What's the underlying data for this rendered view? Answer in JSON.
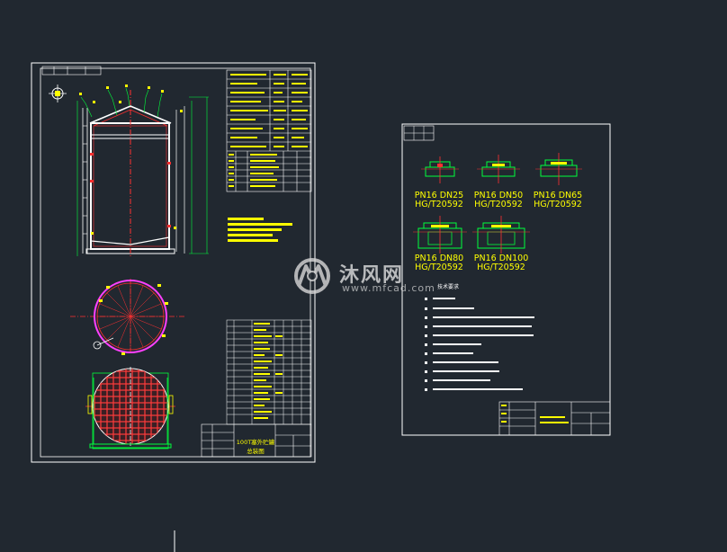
{
  "sheet_left": {
    "title_block": {
      "drawing_title": "100T塞外贮罐",
      "drawing_type": "总装图"
    }
  },
  "sheet_right": {
    "flanges": [
      {
        "pn_dn": "PN16 DN25",
        "std": "HG/T20592"
      },
      {
        "pn_dn": "PN16 DN50",
        "std": "HG/T20592"
      },
      {
        "pn_dn": "PN16 DN65",
        "std": "HG/T20592"
      },
      {
        "pn_dn": "PN16 DN80",
        "std": "HG/T20592"
      },
      {
        "pn_dn": "PN16 DN100",
        "std": "HG/T20592"
      }
    ],
    "requirements_title": "技术要求"
  },
  "watermark": {
    "text": "沐风网",
    "url": "www.mfcad.com"
  },
  "colors": {
    "background": "#212830",
    "frame": "#ffffff",
    "yellow": "#ffff00",
    "green": "#00ff3c",
    "red": "#ff3030",
    "magenta": "#ff40ff"
  }
}
